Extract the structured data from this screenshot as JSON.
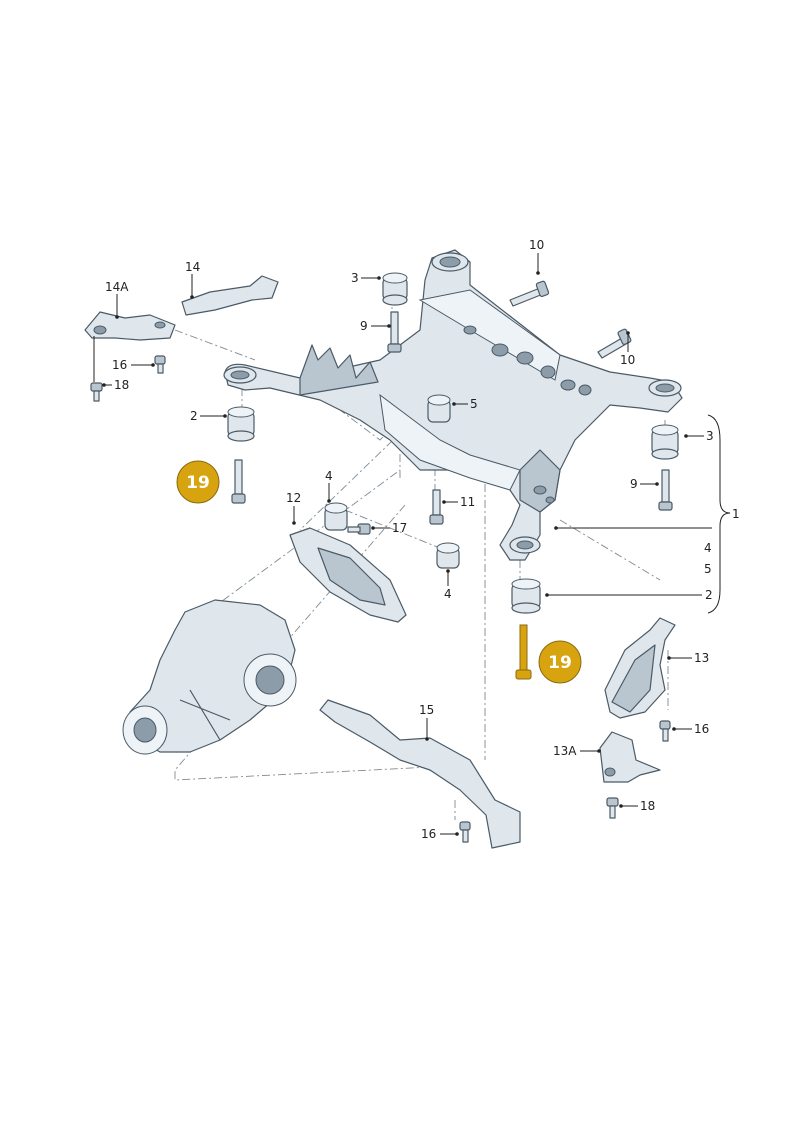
{
  "callouts": {
    "c1": "1",
    "c2_left": "2",
    "c2_right": "2",
    "c3_top": "3",
    "c3_right": "3",
    "c4_mid": "4",
    "c4_low": "4",
    "c4_right": "4",
    "c5_mid": "5",
    "c5_right": "5",
    "c9_top": "9",
    "c9_right": "9",
    "c10_top": "10",
    "c10_mid": "10",
    "c11": "11",
    "c12": "12",
    "c13": "13",
    "c13A": "13A",
    "c14": "14",
    "c14A": "14A",
    "c15": "15",
    "c16_left": "16",
    "c16_right": "16",
    "c16_bottom": "16",
    "c17": "17",
    "c18_left": "18",
    "c18_right": "18"
  },
  "badges": {
    "b19_left": "19",
    "b19_right": "19"
  },
  "colors": {
    "part_fill": "#dfe7ed",
    "part_outline": "#4b5a66",
    "badge_gold": "#d7a40f",
    "background": "#ffffff"
  }
}
